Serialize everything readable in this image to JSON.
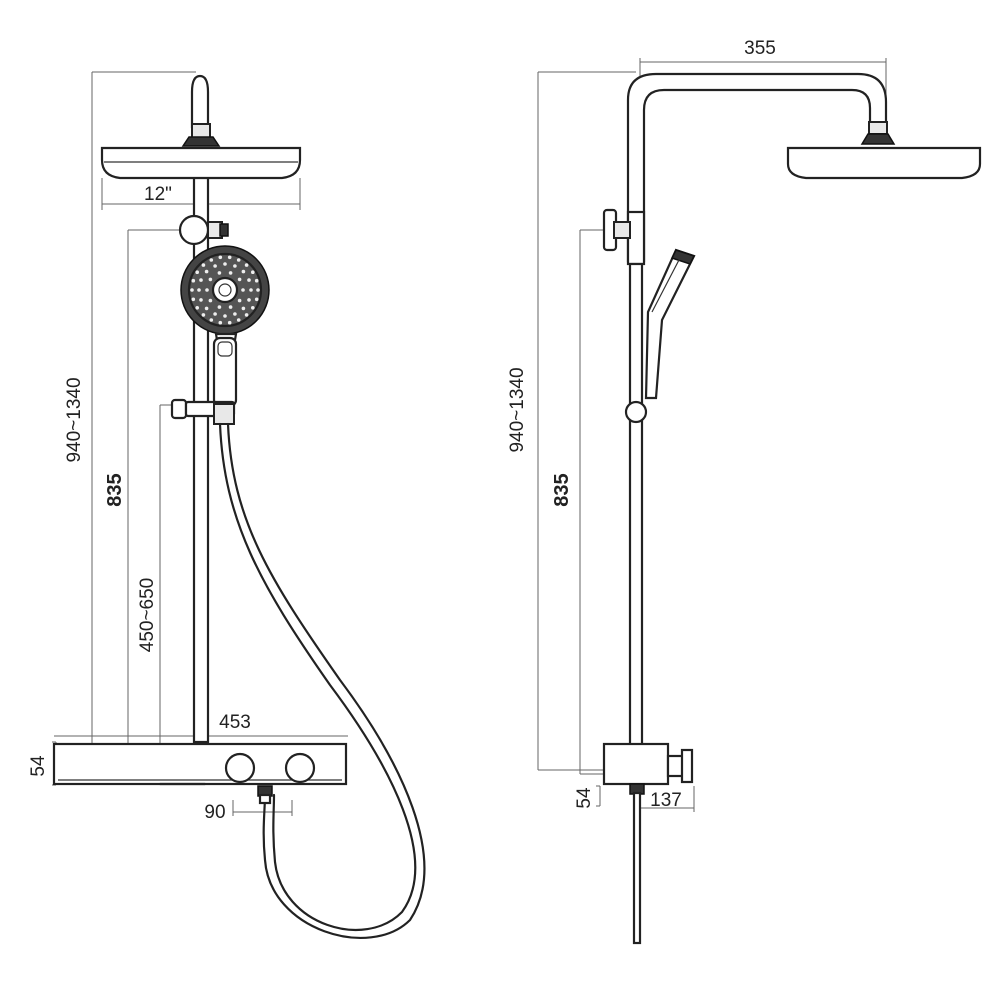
{
  "front_view": {
    "dim_total_height": "940~1340",
    "dim_bar_height": "835",
    "dim_slide_range": "450~650",
    "dim_head_size": "12\"",
    "dim_shelf_width": "453",
    "dim_shelf_height": "54",
    "dim_inlet_spacing": "90"
  },
  "side_view": {
    "dim_arm_reach": "355",
    "dim_total_height": "940~1340",
    "dim_bar_height": "835",
    "dim_valve_height": "54",
    "dim_valve_depth": "137"
  },
  "colors": {
    "line": "#222222",
    "dimension": "#666666",
    "background": "#ffffff"
  }
}
